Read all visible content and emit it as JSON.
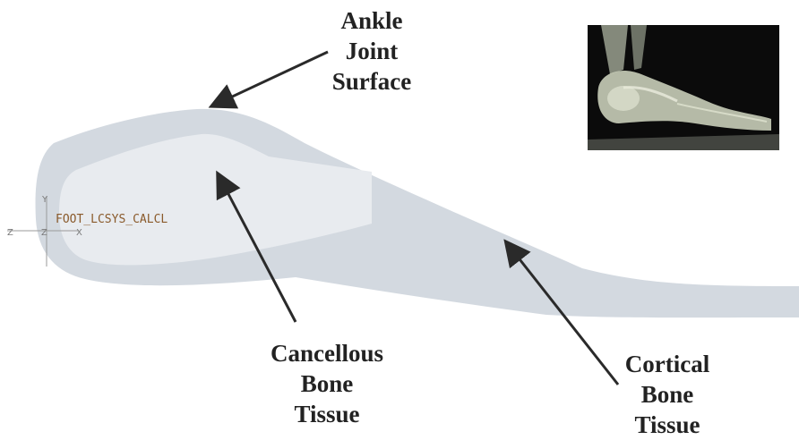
{
  "labels": {
    "ankle": [
      "Ankle",
      "Joint",
      "Surface"
    ],
    "cancellous": [
      "Cancellous",
      "Bone",
      "Tissue"
    ],
    "cortical": [
      "Cortical",
      "Bone",
      "Tissue"
    ]
  },
  "coordinate_system": {
    "name": "FOOT_LCSYS_CALCL",
    "axis_z_left": "Z",
    "axis_z_center": "Z",
    "axis_x": "X",
    "axis_y": "Y"
  },
  "colors": {
    "cortical_fill": "#d3d9e0",
    "cancellous_fill": "#e8ebef",
    "arrow": "#2a2a2a",
    "label_text": "#222222",
    "csys_text": "#8a5a2b"
  },
  "icons": {
    "xray": "foot-xray-image"
  }
}
